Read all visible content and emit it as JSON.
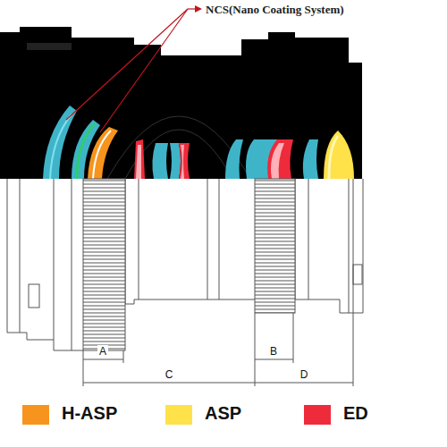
{
  "diagram": {
    "labels": [
      "NCS(Nano Coating System)",
      "A",
      "C",
      "B",
      "D"
    ],
    "legend": [
      {
        "text": "H-ASP",
        "color": "#f7941d"
      },
      {
        "text": "ASP",
        "color": "#ffe14a"
      },
      {
        "text": "ED",
        "color": "#ee2b3b"
      }
    ]
  }
}
